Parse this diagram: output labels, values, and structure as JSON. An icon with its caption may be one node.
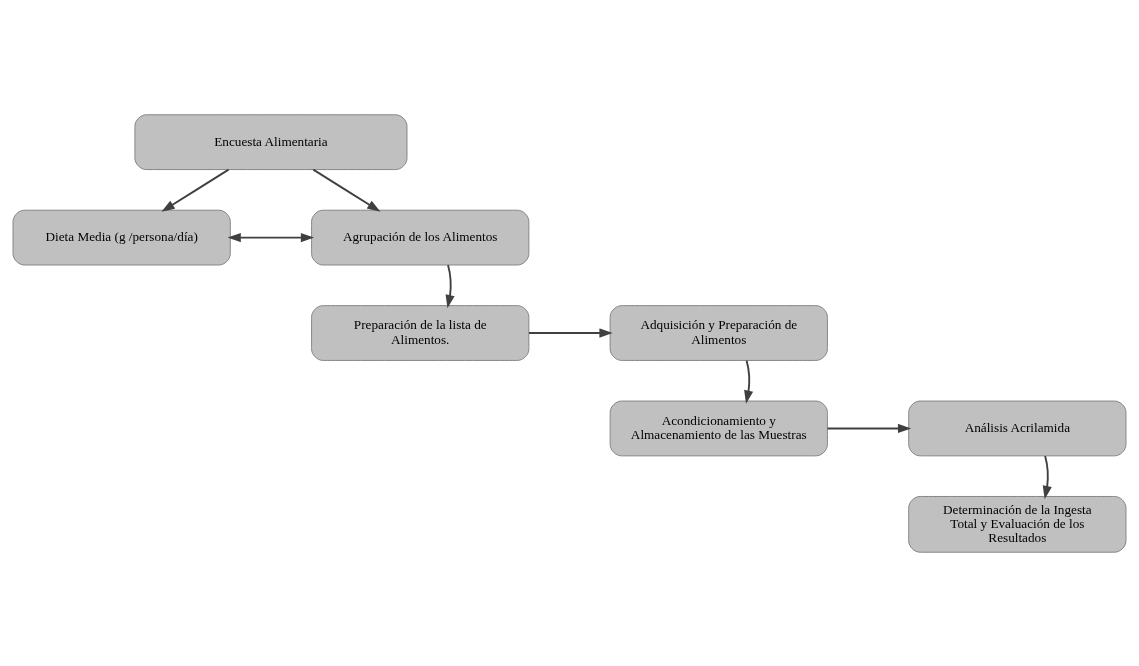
{
  "diagram": {
    "nodes": [
      {
        "text": [
          "Encuesta Alimentaria"
        ]
      },
      {
        "text": [
          "Dieta Media (g /persona/día)"
        ]
      },
      {
        "text": [
          "Agrupación de los Alimentos"
        ]
      },
      {
        "text": [
          "Adquisición y Preparación de Alimentos"
        ]
      },
      {
        "text": [
          "Preparación de la lista de Alimentos."
        ]
      },
      {
        "text": [
          "Acondicionamiento y Almacenamiento de las Muestras"
        ]
      },
      {
        "text": [
          "Análisis Acrilamida"
        ]
      },
      {
        "text": [
          "Determinación de la Ingesta Total y Evaluación de los Resultados"
        ]
      }
    ],
    "edges": [
      {
        "from": 0,
        "to": 1,
        "arrow": "to"
      },
      {
        "from": 0,
        "to": 2,
        "arrow": "to"
      },
      {
        "from": 1,
        "to": 2,
        "arrow": "both"
      },
      {
        "from": 2,
        "to": 4,
        "arrow": "to"
      },
      {
        "from": 4,
        "to": 3,
        "arrow": "to"
      },
      {
        "from": 3,
        "to": 5,
        "arrow": "to"
      },
      {
        "from": 5,
        "to": 6,
        "arrow": "to"
      },
      {
        "from": 6,
        "to": 7,
        "arrow": "to"
      }
    ]
  }
}
